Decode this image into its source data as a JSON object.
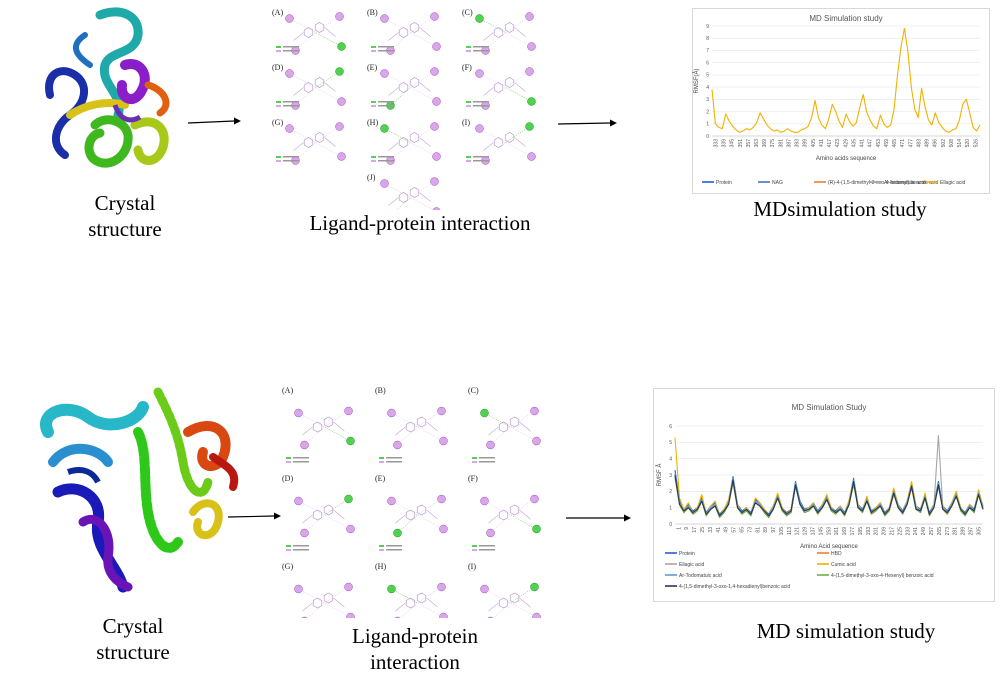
{
  "row1": {
    "captions": {
      "crystal": "Crystal structure",
      "ligand": "Ligand-protein interaction",
      "md": "MDsimulation study"
    },
    "panel_labels": [
      "(A)",
      "(B)",
      "(C)",
      "(D)",
      "(E)",
      "(F)",
      "(G)",
      "(H)",
      "(I)",
      "(J)"
    ]
  },
  "row2": {
    "captions": {
      "crystal": "Crystal structure",
      "ligand": "Ligand-protein interaction",
      "md": "MD simulation study"
    },
    "panel_labels": [
      "(A)",
      "(B)",
      "(C)",
      "(D)",
      "(E)",
      "(F)",
      "(G)",
      "(H)",
      "(I)"
    ]
  },
  "chart_data": [
    {
      "type": "line",
      "title": "MD Simulation study",
      "xlabel": "Amino acids sequence",
      "ylabel": "RMSF(Å)",
      "ylim": [
        0,
        9
      ],
      "yticks": [
        0,
        1,
        2,
        3,
        4,
        5,
        6,
        7,
        8,
        9
      ],
      "xticks": [
        "333",
        "339",
        "345",
        "351",
        "357",
        "363",
        "369",
        "375",
        "381",
        "387",
        "393",
        "399",
        "405",
        "411",
        "417",
        "423",
        "429",
        "435",
        "441",
        "447",
        "453",
        "459",
        "465",
        "471",
        "477",
        "483",
        "489",
        "496",
        "502",
        "508",
        "514",
        "520",
        "526"
      ],
      "grid": true,
      "legend_position": "bottom",
      "series": [
        {
          "name": "Protein",
          "color": "#1f5fd6",
          "values": []
        },
        {
          "name": "NAG",
          "color": "#4472c4",
          "values": []
        },
        {
          "name": "(R)-4-(1,5-dimethyl-3-oxo-4-hexenyl) benzoic acid",
          "color": "#ed7d31",
          "values": []
        },
        {
          "name": "Ar-todomatuic acid",
          "color": "#a5a5a5",
          "values": []
        },
        {
          "name": "Ellagic acid",
          "color": "#f2b100",
          "values": [
            3.8,
            1.0,
            0.7,
            0.6,
            1.8,
            1.2,
            0.8,
            0.5,
            0.3,
            0.4,
            0.6,
            0.5,
            0.7,
            1.1,
            1.9,
            1.4,
            0.9,
            0.6,
            0.4,
            0.5,
            0.3,
            0.4,
            0.6,
            0.4,
            0.3,
            0.3,
            0.5,
            0.6,
            0.8,
            1.5,
            2.9,
            1.5,
            0.9,
            0.6,
            1.4,
            2.6,
            2.0,
            1.2,
            0.7,
            1.8,
            1.2,
            0.8,
            1.1,
            2.3,
            3.4,
            2.0,
            1.3,
            0.8,
            0.6,
            1.7,
            1.0,
            0.7,
            0.9,
            2.2,
            5.0,
            7.3,
            8.8,
            7.0,
            4.0,
            2.2,
            1.5,
            3.9,
            2.4,
            1.3,
            0.9,
            1.9,
            1.1,
            0.7,
            0.4,
            0.3,
            0.5,
            0.6,
            1.3,
            2.6,
            3.0,
            1.9,
            0.7,
            0.4,
            0.9
          ]
        }
      ]
    },
    {
      "type": "line",
      "title": "MD Simulation Study",
      "xlabel": "Amino Acid sequence",
      "ylabel": "RMSF Å",
      "ylim": [
        0,
        6
      ],
      "yticks": [
        0,
        1,
        2,
        3,
        4,
        5,
        6
      ],
      "xticks": [
        "1",
        "9",
        "17",
        "25",
        "33",
        "41",
        "49",
        "57",
        "65",
        "73",
        "81",
        "89",
        "97",
        "105",
        "113",
        "121",
        "129",
        "137",
        "145",
        "153",
        "161",
        "169",
        "177",
        "185",
        "193",
        "201",
        "209",
        "217",
        "225",
        "233",
        "241",
        "249",
        "257",
        "265",
        "273",
        "281",
        "289",
        "297",
        "305"
      ],
      "grid": true,
      "legend_position": "bottom",
      "series": [
        {
          "name": "Protein",
          "color": "#1f5fd6",
          "values": [
            3.3,
            1.4,
            0.9,
            1.2,
            0.8,
            1.0,
            1.6,
            0.7,
            1.1,
            1.3,
            0.6,
            0.9,
            1.4,
            2.9,
            1.2,
            0.8,
            1.0,
            0.7,
            1.5,
            1.3,
            0.9,
            0.6,
            1.1,
            1.8,
            1.0,
            0.7,
            0.9,
            2.6,
            1.4,
            0.9,
            1.0,
            1.3,
            0.8,
            1.2,
            1.7,
            1.0,
            0.8,
            1.1,
            0.7,
            1.4,
            2.8,
            1.2,
            0.9,
            1.6,
            0.8,
            1.0,
            1.3,
            0.7,
            1.0,
            2.1,
            1.2,
            0.8,
            1.4,
            2.5,
            1.1,
            0.9,
            1.8,
            0.7,
            1.2,
            2.6,
            1.1,
            0.8,
            1.3,
            1.9,
            1.0,
            0.7,
            1.2,
            0.9,
            2.0,
            1.1
          ]
        },
        {
          "name": "HBD",
          "color": "#ed7d31",
          "values": [
            3.0,
            1.2,
            0.7,
            1.0,
            0.6,
            0.8,
            1.4,
            0.5,
            0.9,
            1.1,
            0.4,
            0.7,
            1.2,
            2.5,
            1.0,
            0.6,
            0.8,
            0.5,
            1.3,
            1.1,
            0.7,
            0.4,
            0.9,
            1.6,
            0.8,
            0.5,
            0.7,
            2.3,
            1.2,
            0.7,
            0.8,
            1.1,
            0.6,
            1.0,
            1.5,
            0.8,
            0.6,
            0.9,
            0.5,
            1.2,
            2.4,
            1.0,
            0.7,
            1.4,
            0.6,
            0.8,
            1.1,
            0.5,
            0.8,
            1.8,
            1.0,
            0.6,
            1.2,
            2.2,
            0.9,
            0.7,
            1.6,
            0.5,
            1.0,
            2.3,
            0.9,
            0.6,
            1.1,
            1.7,
            0.8,
            0.5,
            1.0,
            0.7,
            1.8,
            0.9
          ]
        },
        {
          "name": "Ellagic acid",
          "color": "#a5a5a5",
          "values": [
            2.8,
            1.3,
            0.8,
            1.1,
            0.7,
            0.9,
            1.5,
            0.6,
            1.0,
            1.2,
            0.5,
            0.8,
            1.3,
            2.7,
            1.1,
            0.7,
            0.9,
            0.6,
            1.4,
            1.2,
            0.8,
            0.5,
            1.0,
            1.7,
            0.9,
            0.6,
            0.8,
            2.4,
            1.3,
            0.8,
            0.9,
            1.2,
            0.7,
            1.1,
            1.6,
            0.9,
            0.7,
            1.0,
            0.6,
            1.3,
            2.6,
            1.1,
            0.8,
            1.5,
            0.7,
            0.9,
            1.2,
            0.6,
            0.9,
            2.0,
            1.1,
            0.7,
            1.3,
            2.4,
            1.0,
            0.8,
            1.7,
            0.6,
            1.1,
            5.4,
            1.0,
            0.7,
            1.2,
            1.8,
            0.9,
            0.6,
            1.1,
            0.8,
            1.9,
            1.0
          ]
        },
        {
          "name": "Cumic acid",
          "color": "#f2b100",
          "values": [
            5.3,
            1.6,
            0.9,
            1.3,
            0.7,
            1.0,
            1.8,
            0.6,
            1.1,
            1.4,
            0.5,
            0.9,
            1.5,
            2.8,
            1.2,
            0.7,
            1.0,
            0.6,
            1.6,
            1.3,
            0.9,
            0.5,
            1.1,
            1.9,
            1.0,
            0.6,
            0.9,
            2.5,
            1.3,
            0.8,
            1.0,
            1.3,
            0.7,
            1.2,
            1.8,
            1.0,
            0.7,
            1.1,
            0.6,
            1.5,
            2.7,
            1.2,
            0.8,
            1.7,
            0.7,
            1.0,
            1.3,
            0.6,
            1.0,
            2.2,
            1.2,
            0.7,
            1.4,
            2.6,
            1.1,
            0.8,
            1.9,
            0.6,
            1.2,
            2.4,
            1.1,
            0.7,
            1.3,
            2.0,
            1.0,
            0.6,
            1.2,
            0.8,
            2.1,
            1.1
          ]
        },
        {
          "name": "Ar-Todomatuic acid",
          "color": "#5b9bd5",
          "values": [
            3.1,
            1.3,
            0.8,
            1.1,
            0.7,
            0.9,
            1.5,
            0.6,
            1.0,
            1.2,
            0.5,
            0.8,
            1.3,
            2.8,
            1.1,
            0.7,
            0.9,
            0.6,
            1.4,
            1.2,
            0.8,
            0.5,
            1.0,
            1.7,
            0.9,
            0.6,
            0.8,
            2.5,
            1.3,
            0.8,
            0.9,
            1.2,
            0.7,
            1.1,
            1.6,
            0.9,
            0.7,
            1.0,
            0.6,
            1.3,
            2.7,
            1.1,
            0.8,
            1.5,
            0.7,
            0.9,
            1.2,
            0.6,
            0.9,
            2.0,
            1.1,
            0.7,
            1.3,
            2.4,
            1.0,
            0.8,
            1.7,
            0.6,
            1.1,
            2.5,
            1.0,
            0.7,
            1.2,
            1.8,
            0.9,
            0.6,
            1.1,
            0.8,
            1.9,
            1.0
          ]
        },
        {
          "name": "4-(1,5-dimethyl-3-oxo-4-Hexenyl) benzoic acid",
          "color": "#70ad47",
          "values": [
            2.9,
            1.2,
            0.7,
            1.0,
            0.6,
            0.8,
            1.4,
            0.5,
            0.9,
            1.1,
            0.4,
            0.7,
            1.2,
            2.6,
            1.0,
            0.6,
            0.8,
            0.5,
            1.3,
            1.1,
            0.7,
            0.4,
            0.9,
            1.6,
            0.8,
            0.5,
            0.7,
            2.3,
            1.2,
            0.7,
            0.8,
            1.1,
            0.6,
            1.0,
            1.5,
            0.8,
            0.6,
            0.9,
            0.5,
            1.2,
            2.5,
            1.0,
            0.7,
            1.4,
            0.6,
            0.8,
            1.1,
            0.5,
            0.8,
            1.9,
            1.0,
            0.6,
            1.2,
            2.3,
            0.9,
            0.7,
            1.6,
            0.5,
            1.0,
            2.4,
            0.9,
            0.6,
            1.1,
            1.7,
            0.8,
            0.5,
            1.0,
            0.7,
            1.8,
            0.9
          ]
        },
        {
          "name": "4-(1,5-dimethyl-3-oxo-1,4-hexadienyl)benzoic acid",
          "color": "#1f3864",
          "values": [
            3.0,
            1.2,
            0.8,
            1.0,
            0.7,
            0.9,
            1.4,
            0.6,
            0.9,
            1.1,
            0.5,
            0.8,
            1.2,
            2.7,
            1.0,
            0.7,
            0.9,
            0.6,
            1.3,
            1.1,
            0.8,
            0.5,
            0.9,
            1.6,
            0.9,
            0.6,
            0.8,
            2.4,
            1.2,
            0.8,
            0.9,
            1.1,
            0.7,
            1.0,
            1.5,
            0.9,
            0.7,
            0.9,
            0.6,
            1.2,
            2.6,
            1.0,
            0.8,
            1.4,
            0.7,
            0.9,
            1.1,
            0.6,
            0.9,
            1.9,
            1.0,
            0.7,
            1.2,
            2.3,
            0.9,
            0.8,
            1.6,
            0.6,
            1.0,
            2.4,
            0.9,
            0.7,
            1.1,
            1.7,
            0.9,
            0.6,
            1.0,
            0.8,
            1.8,
            0.9
          ]
        }
      ]
    }
  ]
}
